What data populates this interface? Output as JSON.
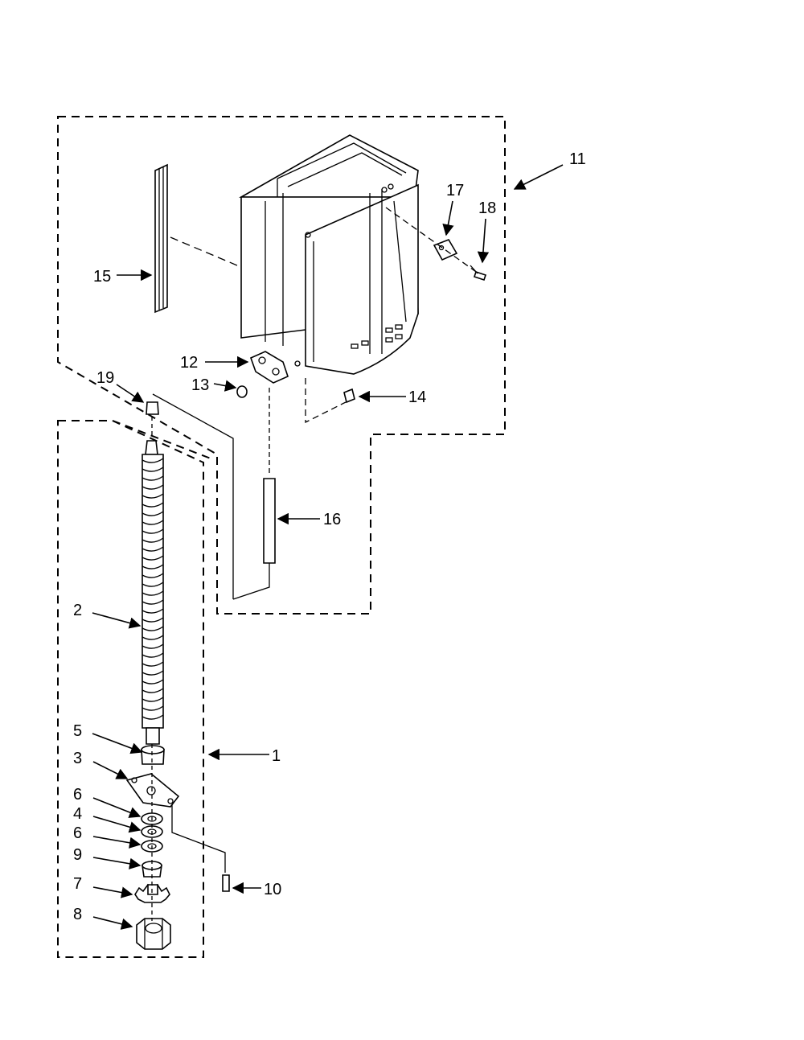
{
  "diagram": {
    "callouts": {
      "c1": "1",
      "c2": "2",
      "c3": "3",
      "c4": "4",
      "c5": "5",
      "c6a": "6",
      "c6b": "6",
      "c7": "7",
      "c8": "8",
      "c9": "9",
      "c10": "10",
      "c11": "11",
      "c12": "12",
      "c13": "13",
      "c14": "14",
      "c15": "15",
      "c16": "16",
      "c17": "17",
      "c18": "18",
      "c19": "19"
    }
  }
}
